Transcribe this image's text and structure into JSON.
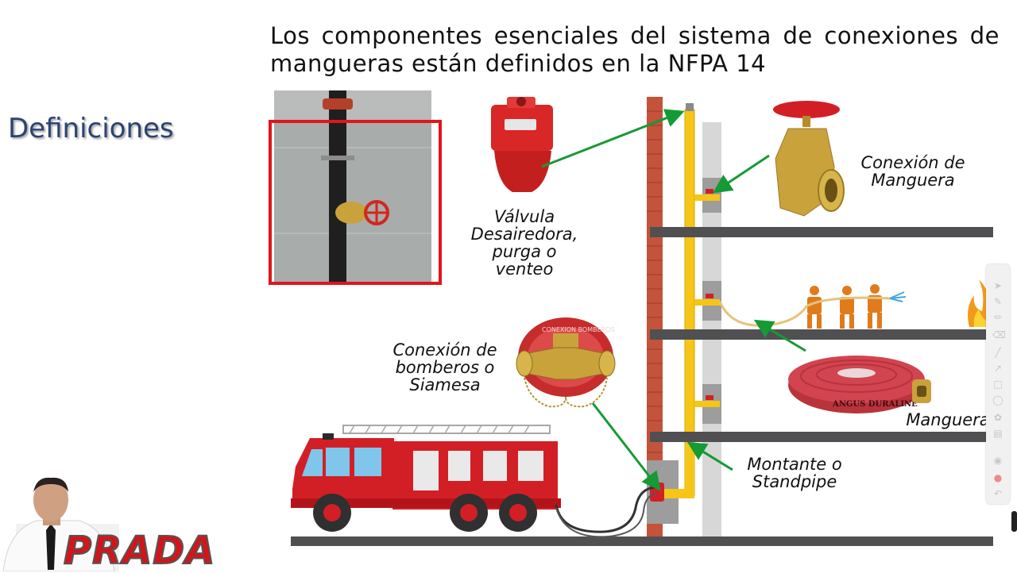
{
  "slide": {
    "title": "Los componentes esenciales del sistema de conexiones de mangueras están definidos en la NFPA 14",
    "section": "Definiciones"
  },
  "labels": {
    "valvula": [
      "Válvula",
      "Desairedora,",
      "purga o",
      "venteo"
    ],
    "conexion_manguera": [
      "Conexión de",
      "Manguera"
    ],
    "conexion_bomberos": [
      "Conexión de",
      "bomberos o",
      "Siamesa"
    ],
    "manguera": "Manguera",
    "montante": [
      "Montante o",
      "Standpipe"
    ]
  },
  "embedded": {
    "hose_brand": "ANGUS DURALINE",
    "siamese_plate": "CONEXION BOMBEROS",
    "logo": "PRADA"
  },
  "colors": {
    "brick": "#c4533c",
    "standpipe": "#f5c518",
    "floor": "#505052",
    "arrow": "#159a35",
    "truck": "#d21f26",
    "brass": "#c9a23c",
    "photo_frame": "#e3141b"
  },
  "icons": {
    "toolbar": [
      "pointer-icon",
      "pen-icon",
      "highlighter-icon",
      "eraser-icon",
      "line-icon",
      "arrow-icon",
      "rectangle-icon",
      "ellipse-icon",
      "stamp-icon",
      "text-icon",
      "record-icon",
      "color-icon",
      "undo-icon"
    ]
  }
}
